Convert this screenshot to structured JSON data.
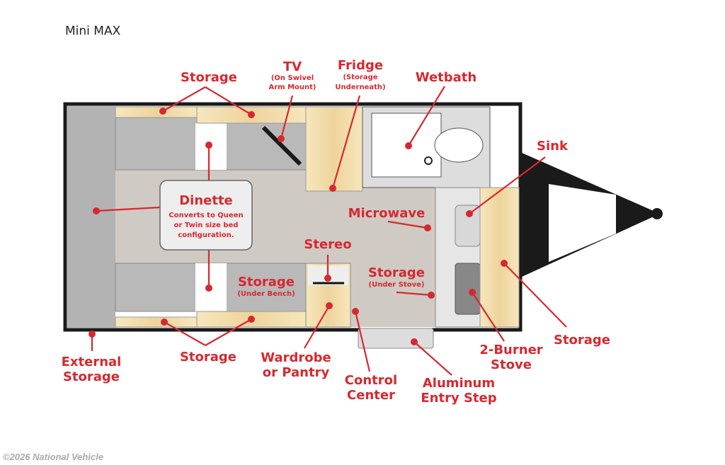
{
  "title": "Mini MAX",
  "copyright": "©2026 National Vehicle",
  "colors": {
    "label": "#d7282f",
    "wood": "#f3dfb0",
    "bench": "#b9b9b9",
    "floor": "#cfcac4",
    "frame": "#1a1a1a"
  },
  "labels": {
    "storage_top": "Storage",
    "tv": "TV",
    "tv_sub1": "(On Swivel",
    "tv_sub2": "Arm Mount)",
    "fridge": "Fridge",
    "fridge_sub1": "(Storage",
    "fridge_sub2": "Underneath)",
    "wetbath": "Wetbath",
    "sink": "Sink",
    "dinette": "Dinette",
    "dinette_sub1": "Converts to Queen",
    "dinette_sub2": "or Twin size bed",
    "dinette_sub3": "configuration.",
    "microwave": "Microwave",
    "stereo": "Stereo",
    "storage_bench": "Storage",
    "storage_bench_sub": "(Under Bench)",
    "storage_stove": "Storage",
    "storage_stove_sub": "(Under Stove)",
    "external1": "External",
    "external2": "Storage",
    "storage_bottom": "Storage",
    "wardrobe1": "Wardrobe",
    "wardrobe2": "or Pantry",
    "control1": "Control",
    "control2": "Center",
    "step1": "Aluminum",
    "step2": "Entry Step",
    "stove1": "2-Burner",
    "stove2": "Stove",
    "storage_right": "Storage"
  }
}
